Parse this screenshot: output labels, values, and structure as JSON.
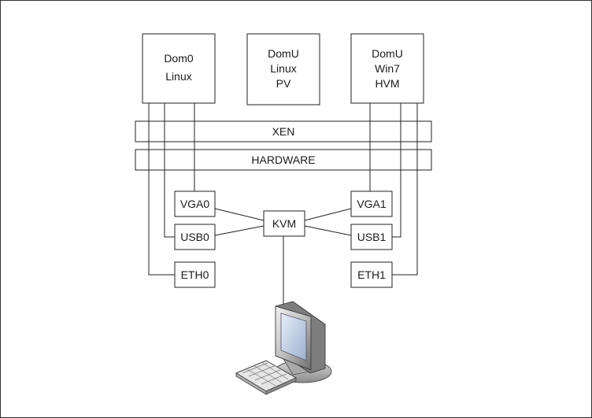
{
  "domains": {
    "dom0": [
      "Dom0",
      "Linux"
    ],
    "domu_pv": [
      "DomU",
      "Linux",
      "PV"
    ],
    "domu_hvm": [
      "DomU",
      "Win7",
      "HVM"
    ]
  },
  "layers": {
    "xen": "XEN",
    "hardware": "HARDWARE"
  },
  "devices": {
    "vga0": "VGA0",
    "usb0": "USB0",
    "eth0": "ETH0",
    "vga1": "VGA1",
    "usb1": "USB1",
    "eth1": "ETH1",
    "kvm": "KVM"
  },
  "icons": {
    "computer": "desktop-computer-icon"
  }
}
